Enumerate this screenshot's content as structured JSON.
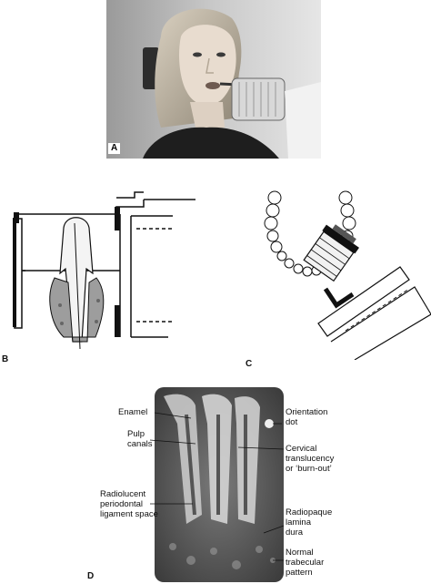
{
  "panels": {
    "a": {
      "label": "A"
    },
    "b": {
      "label": "B"
    },
    "c": {
      "label": "C"
    },
    "d": {
      "label": "D",
      "annotations": {
        "enamel": "Enamel",
        "pulp": [
          "Pulp",
          "canals"
        ],
        "radiolucent": [
          "Radiolucent",
          "periodontal",
          "ligament space"
        ],
        "orientation": [
          "Orientation",
          "dot"
        ],
        "cervical": [
          "Cervical",
          "translucency",
          "or ‘burn-out’"
        ],
        "radiopaque": [
          "Radiopaque",
          "lamina",
          "dura"
        ],
        "normal": [
          "Normal",
          "trabecular",
          "pattern"
        ]
      }
    }
  }
}
